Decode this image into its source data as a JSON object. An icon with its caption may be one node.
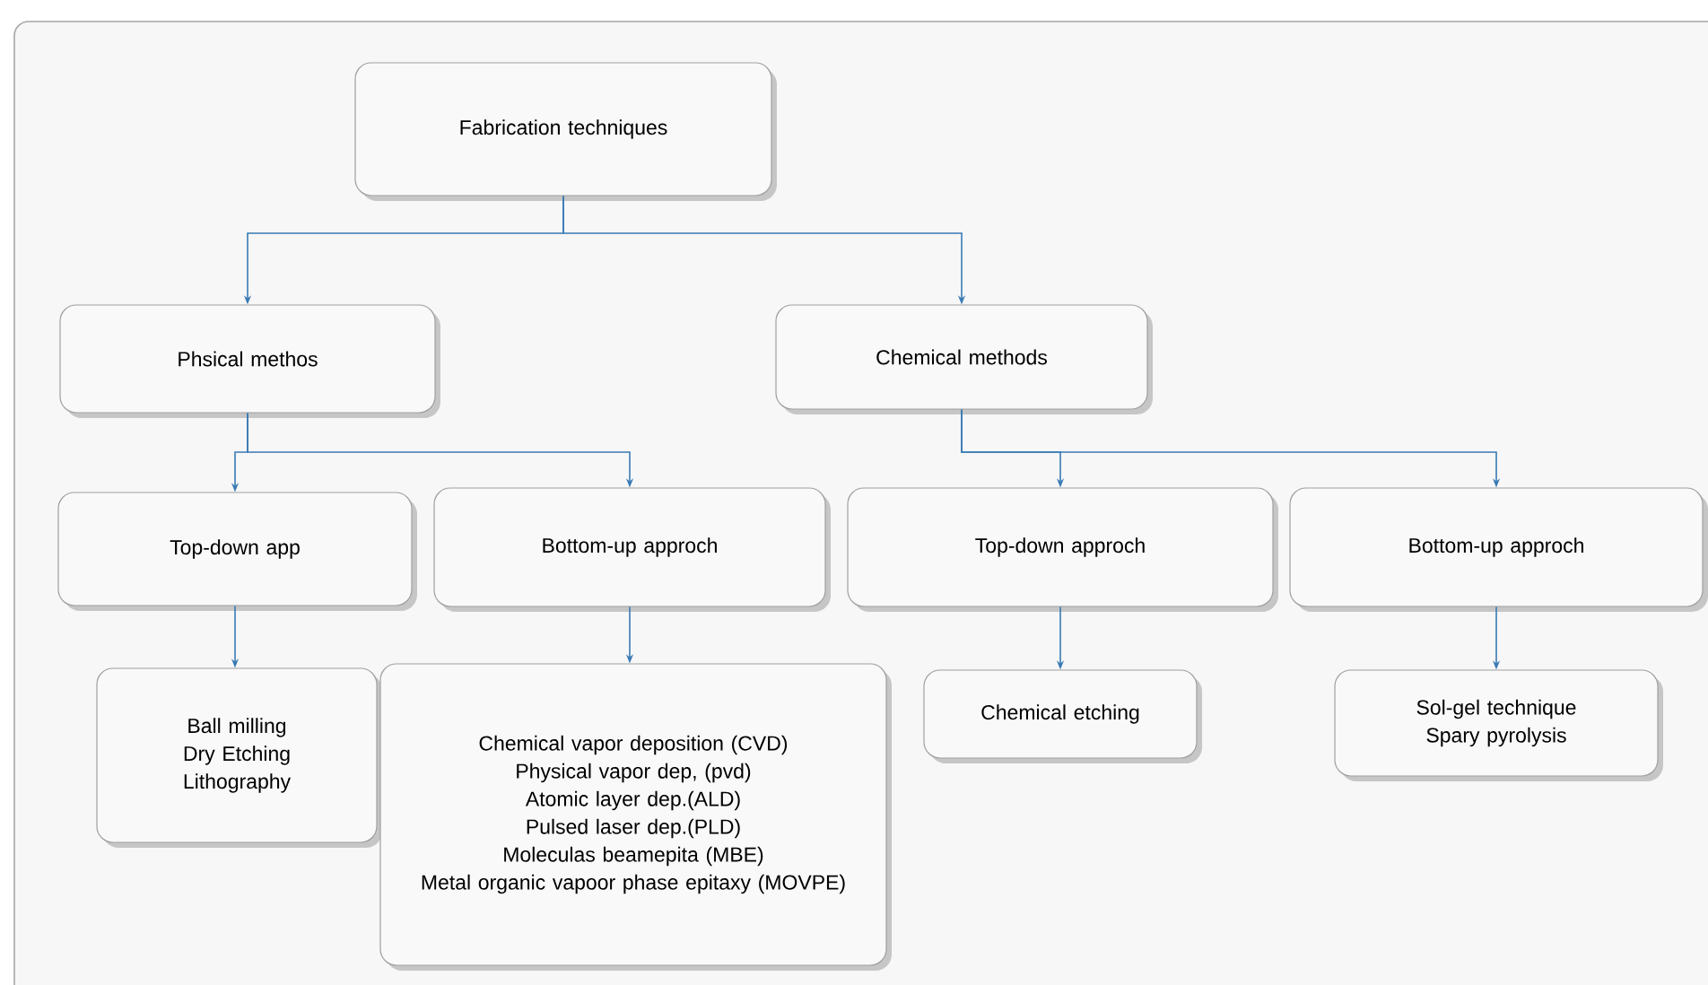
{
  "diagram": {
    "nodes": [
      {
        "text": [
          "Fabrication techniques"
        ]
      },
      {
        "text": [
          "Phsical methos"
        ]
      },
      {
        "text": [
          "Chemical methods"
        ]
      },
      {
        "text": [
          "Top-down app"
        ]
      },
      {
        "text": [
          "Bottom-up approch"
        ]
      },
      {
        "text": [
          "Top-down approch"
        ]
      },
      {
        "text": [
          "Bottom-up approch"
        ]
      },
      {
        "text": [
          "Ball milling",
          "Dry Etching",
          "Lithography"
        ]
      },
      {
        "text": [
          "Chemical vapor deposition (CVD)",
          "Physical vapor dep, (pvd)",
          "Atomic layer dep.(ALD)",
          "Pulsed laser dep.(PLD)",
          "Moleculas beamepita (MBE)",
          "Metal organic vapoor phase epitaxy (MOVPE)"
        ]
      },
      {
        "text": [
          "Chemical etching"
        ]
      },
      {
        "text": [
          "Sol-gel technique",
          "Spary pyrolysis"
        ]
      }
    ],
    "edges": [
      {
        "from": 0,
        "to": 1,
        "arrow": "to"
      },
      {
        "from": 0,
        "to": 2,
        "arrow": "to"
      },
      {
        "from": 1,
        "to": 3,
        "arrow": "to"
      },
      {
        "from": 1,
        "to": 4,
        "arrow": "to"
      },
      {
        "from": 2,
        "to": 5,
        "arrow": "to"
      },
      {
        "from": 2,
        "to": 6,
        "arrow": "to"
      },
      {
        "from": 3,
        "to": 7,
        "arrow": "to"
      },
      {
        "from": 4,
        "to": 8,
        "arrow": "to"
      },
      {
        "from": 5,
        "to": 9,
        "arrow": "to"
      },
      {
        "from": 6,
        "to": 10,
        "arrow": "to"
      }
    ]
  }
}
